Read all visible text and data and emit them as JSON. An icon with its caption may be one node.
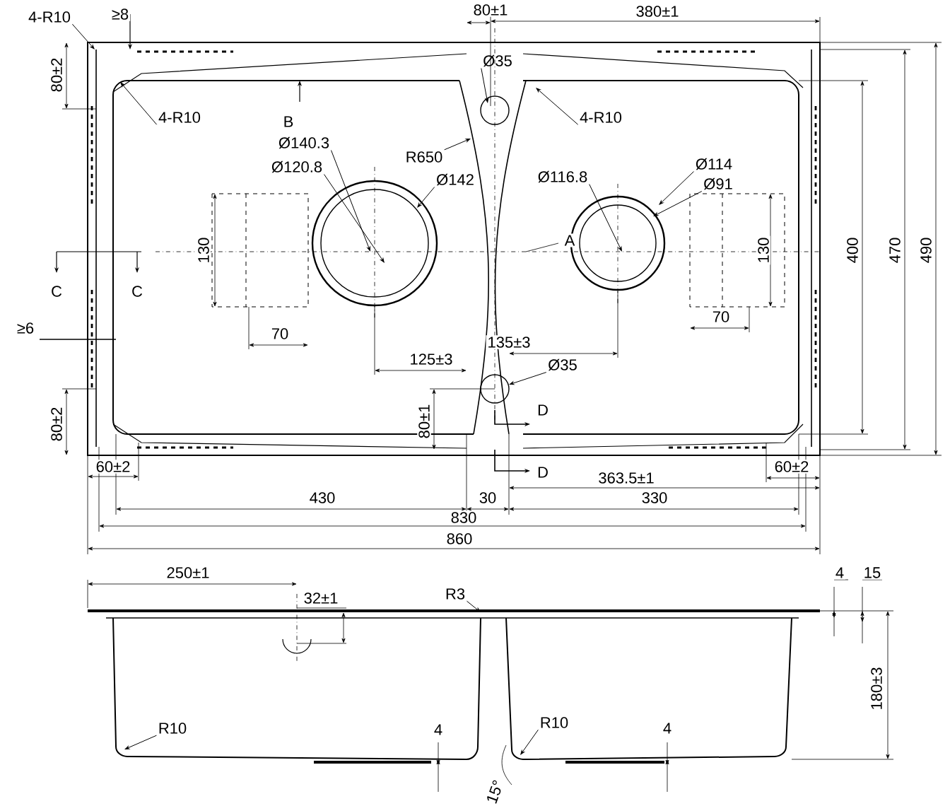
{
  "diagram": {
    "nodes": [
      {
        "text": [
          "4-R10"
        ]
      },
      {
        "text": [
          "4-R10"
        ]
      },
      {
        "text": [
          "Ø140.3"
        ]
      },
      {
        "text": [
          "Ø120.8"
        ]
      },
      {
        "text": [
          "R650"
        ]
      },
      {
        "text": [
          "Ø142"
        ]
      },
      {
        "text": [
          "Ø35"
        ]
      },
      {
        "text": [
          "4-R10"
        ]
      },
      {
        "text": [
          "Ø116.8"
        ]
      },
      {
        "text": [
          "Ø114"
        ]
      },
      {
        "text": [
          "Ø91"
        ]
      },
      {
        "text": [
          "Ø35"
        ]
      },
      {
        "text": [
          "R10"
        ]
      },
      {
        "text": [
          "R10"
        ]
      },
      {
        "text": [
          "R3"
        ]
      }
    ],
    "edges": [
      {
        "from": 0,
        "to": null,
        "arrow": "to"
      },
      {
        "from": 1,
        "to": null,
        "arrow": "to"
      },
      {
        "from": 2,
        "to": null,
        "arrow": "to"
      },
      {
        "from": 3,
        "to": null,
        "arrow": "to"
      },
      {
        "from": 4,
        "to": null,
        "arrow": "to"
      },
      {
        "from": 5,
        "to": null,
        "arrow": "to"
      },
      {
        "from": 6,
        "to": null,
        "arrow": "to"
      },
      {
        "from": 7,
        "to": null,
        "arrow": "to"
      },
      {
        "from": 8,
        "to": null,
        "arrow": "to"
      },
      {
        "from": 9,
        "to": null,
        "arrow": "to"
      },
      {
        "from": 10,
        "to": null,
        "arrow": "to"
      },
      {
        "from": 11,
        "to": null,
        "arrow": "to"
      },
      {
        "from": 12,
        "to": null,
        "arrow": "to"
      },
      {
        "from": 13,
        "to": null,
        "arrow": "to"
      },
      {
        "from": 14,
        "to": null,
        "arrow": "to"
      }
    ],
    "labels": [
      "≥8",
      "80±1",
      "380±1",
      "80±2",
      "B",
      "130",
      "C",
      "C",
      "≥6",
      "70",
      "125±3",
      "135±3",
      "A",
      "130",
      "70",
      "400",
      "470",
      "490",
      "D",
      "D",
      "80±2",
      "80±1",
      "60±2",
      "363.5±1",
      "60±2",
      "430",
      "30",
      "330",
      "830",
      "860",
      "250±1",
      "32±1",
      "4",
      "15",
      "4",
      "4",
      "180±3",
      "15°"
    ]
  }
}
